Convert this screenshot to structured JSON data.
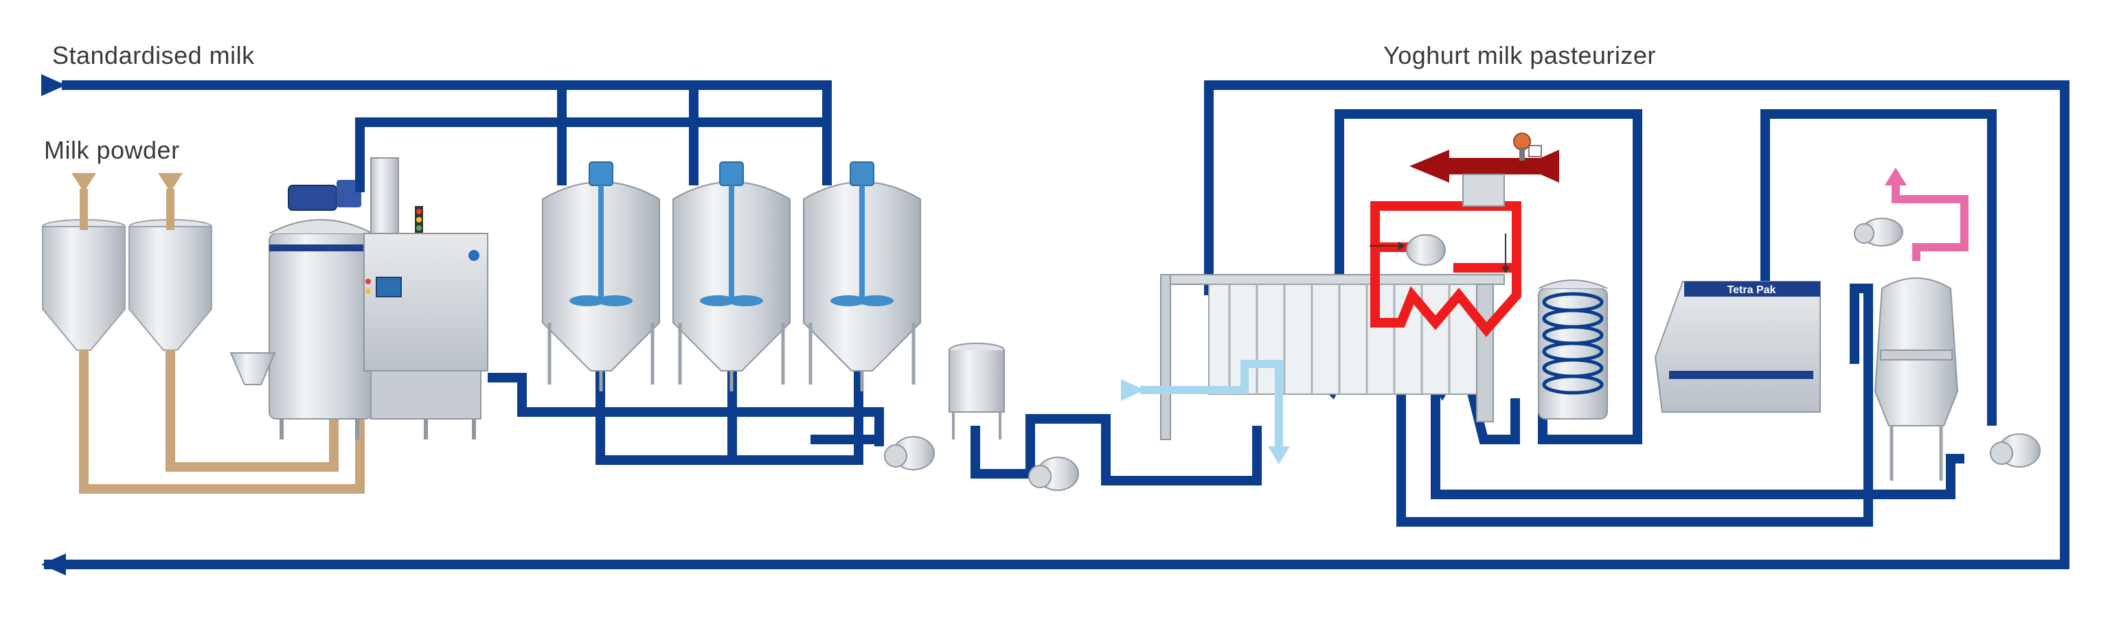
{
  "labels": {
    "standardised_milk": "Standardised milk",
    "milk_powder": "Milk powder",
    "yoghurt_milk_pasteurizer": "Yoghurt milk pasteurizer"
  },
  "brand": {
    "machine_logo": "Tetra Pak"
  },
  "colors": {
    "milk_pipe": "#0b3d8c",
    "powder_pipe": "#c9a57c",
    "hot_water": "#ee1c1c",
    "steam": "#9e0f0f",
    "cooling_water": "#a8d8f0",
    "vent": "#e86aa6",
    "equipment_steel": "#d6dbe0",
    "agitator_blue": "#3f8ecb"
  },
  "icons": [
    "tank-icon",
    "hopper-icon",
    "centrifugal-pump-icon",
    "plate-heat-exchanger-icon",
    "holding-cell-icon",
    "deaerator-icon",
    "control-panel-icon",
    "mixer-icon",
    "flow-arrow-icon",
    "steam-valve-icon"
  ]
}
